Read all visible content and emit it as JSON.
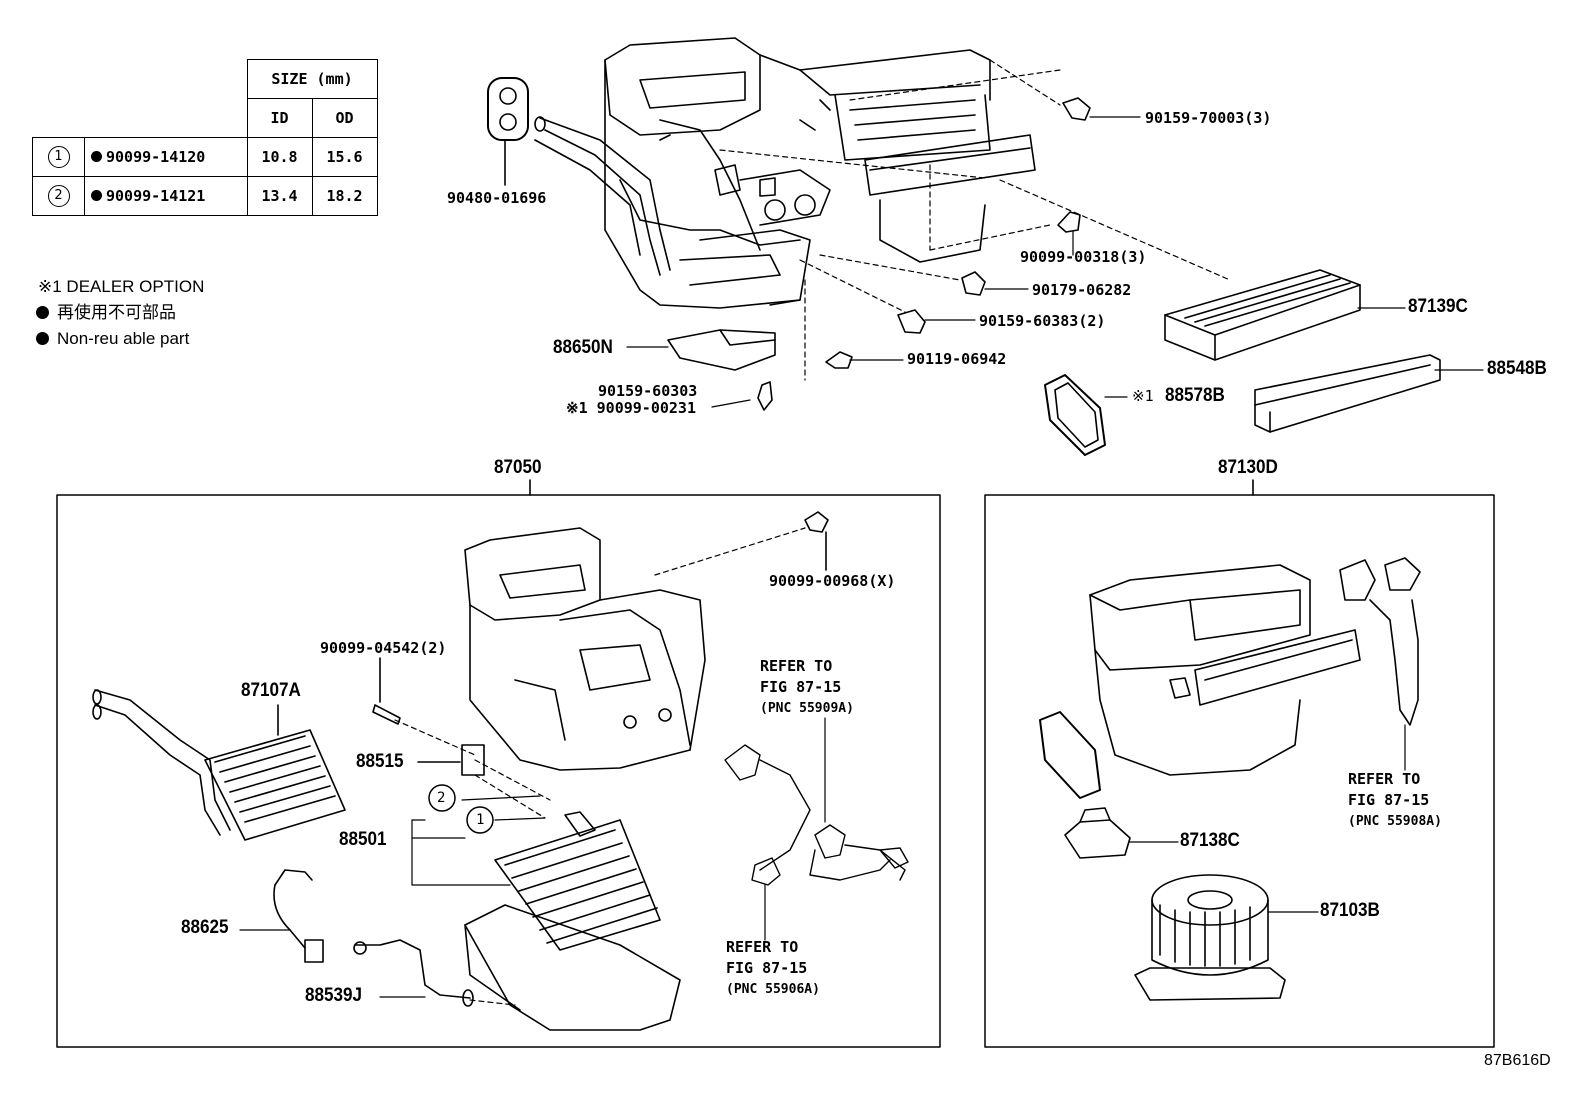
{
  "size_table": {
    "header": "SIZE (mm)",
    "col_id": "ID",
    "col_od": "OD",
    "rows": [
      {
        "index": "1",
        "part": "90099-14120",
        "id": "10.8",
        "od": "15.6"
      },
      {
        "index": "2",
        "part": "90099-14121",
        "id": "13.4",
        "od": "18.2"
      }
    ]
  },
  "legend": {
    "dealer_option": "※1  DEALER OPTION",
    "non_reusable_jp": "再使用不可部品",
    "non_reusable_en": "Non-reu  able part"
  },
  "labels": {
    "p90480_01696": "90480-01696",
    "p90159_70003": "90159-70003(3)",
    "p90099_00318": "90099-00318(3)",
    "p90179_06282": "90179-06282",
    "p90159_60383": "90159-60383(2)",
    "p90119_06942": "90119-06942",
    "p87139C": "87139C",
    "p88548B": "88548B",
    "p88578B": "88578B",
    "p88578B_mark": "※1",
    "p88650N": "88650N",
    "p90159_60303": "90159-60303",
    "p90099_00231": "※1 90099-00231",
    "p87050": "87050",
    "p87130D": "87130D",
    "p90099_00968": "90099-00968(X)",
    "p90099_04542": "90099-04542(2)",
    "p87107A": "87107A",
    "p88515": "88515",
    "p88501": "88501",
    "p88625": "88625",
    "p88539J": "88539J",
    "p87138C": "87138C",
    "p87103B": "87103B",
    "callout_1": "1",
    "callout_2": "2",
    "figure_id": "87B616D"
  },
  "refs": [
    {
      "line1": "REFER TO",
      "line2": "FIG 87-15",
      "line3": "(PNC 55909A)"
    },
    {
      "line1": "REFER TO",
      "line2": "FIG 87-15",
      "line3": "(PNC 55906A)"
    },
    {
      "line1": "REFER TO",
      "line2": "FIG 87-15",
      "line3": "(PNC 55908A)"
    }
  ]
}
